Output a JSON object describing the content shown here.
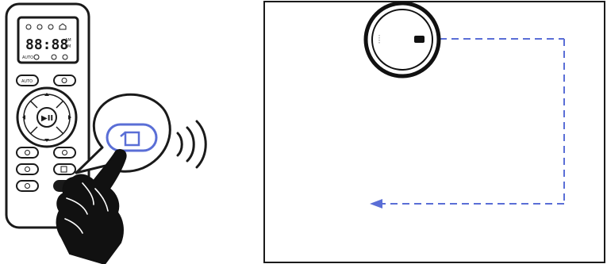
{
  "remote": {
    "display": {
      "time": "88:88",
      "am": "AM",
      "pm": "PM",
      "auto": "AUTO"
    },
    "buttons": {
      "auto": "AUTO",
      "play_pause": "▶II"
    },
    "icons": [
      "clock-icon",
      "fan-icon",
      "home-icon",
      "play-pause-icon",
      "edge-clean-icon",
      "spot-clean-icon"
    ]
  },
  "colors": {
    "path": "#5a6ed6",
    "ink": "#1a1a1a"
  }
}
